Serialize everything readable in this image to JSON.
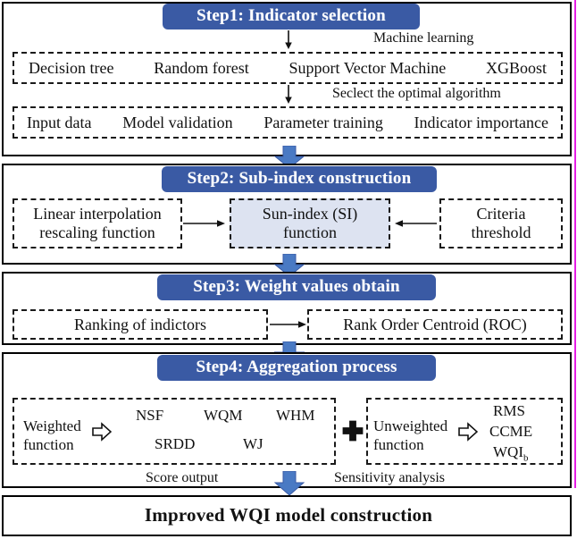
{
  "diagram": {
    "title": "Improved WQI model construction workflow",
    "accent_blue": "#3a5aa4",
    "highlight_fill": "#dde3f1",
    "edge_marker_color": "#e61ee6"
  },
  "step1": {
    "header": "Step1: Indicator selection",
    "caption_machine_learning": "Machine learning",
    "caption_select_optimal": "Seclect the optimal algorithm",
    "algorithms": [
      "Decision tree",
      "Random forest",
      "Support Vector Machine",
      "XGBoost"
    ],
    "pipeline": [
      "Input data",
      "Model validation",
      "Parameter training",
      "Indicator importance"
    ]
  },
  "step2": {
    "header": "Step2: Sub-index construction",
    "left_box_line1": "Linear interpolation",
    "left_box_line2": "rescaling function",
    "center_box_line1": "Sun-index (SI)",
    "center_box_line2": "function",
    "right_box_line1": "Criteria",
    "right_box_line2": "threshold"
  },
  "step3": {
    "header": "Step3: Weight values obtain",
    "left_box": "Ranking of indictors",
    "right_box": "Rank Order Centroid (ROC)"
  },
  "step4": {
    "header": "Step4: Aggregation process",
    "weighted_label_line1": "Weighted",
    "weighted_label_line2": "function",
    "weighted_methods_row1": [
      "NSF",
      "WQM",
      "WHM"
    ],
    "weighted_methods_row2": [
      "SRDD",
      "WJ"
    ],
    "combine_symbol": "plus",
    "unweighted_label_line1": "Unweighted",
    "unweighted_label_line2": "function",
    "unweighted_methods": [
      "RMS",
      "CCME",
      "WQI"
    ],
    "unweighted_last_subscript": "b",
    "caption_score_output": "Score output",
    "caption_sensitivity": "Sensitivity analysis"
  },
  "final": {
    "title": "Improved WQI model construction"
  },
  "icons": {
    "down_arrow": "blue-down-arrow",
    "right_arrow": "thin-right-arrow",
    "hollow_right_arrow": "hollow-right-arrow",
    "plus": "outline-plus"
  }
}
